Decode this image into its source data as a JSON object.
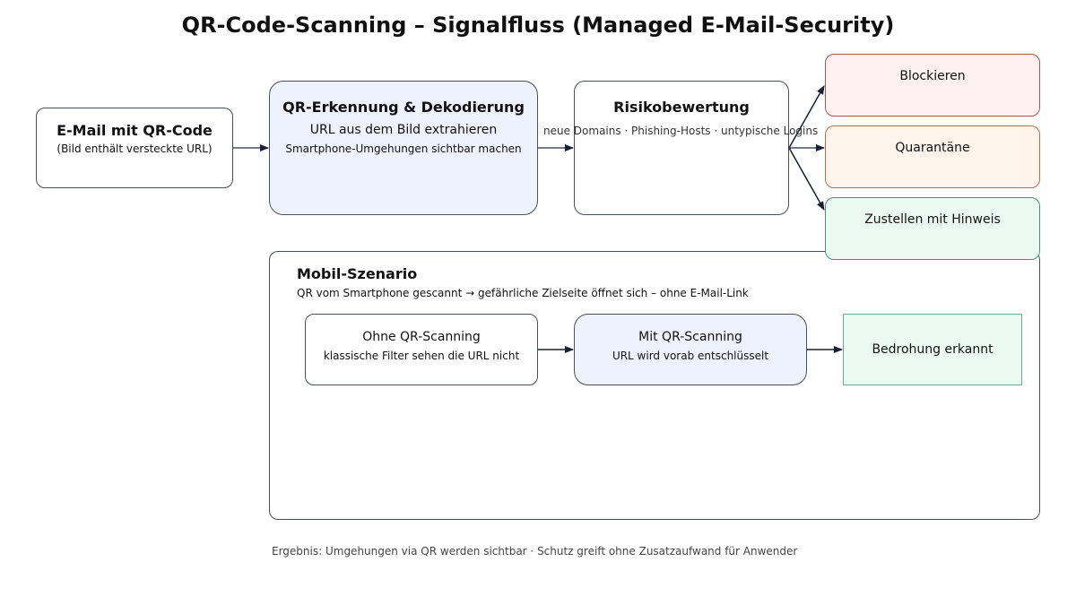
{
  "title": "QR-Code-Scanning – Signalfluss (Managed E-Mail-Security)",
  "nodes": {
    "email": {
      "title": "E-Mail mit QR-Code",
      "subtitle": "(Bild enthält versteckte URL)"
    },
    "qr_detect": {
      "title": "QR-Erkennung & Dekodierung",
      "line1": "URL aus dem Bild extrahieren",
      "line2": "Smartphone-Umgehungen sichtbar machen"
    },
    "risk": {
      "title": "Risikobewertung"
    },
    "block": {
      "label": "Blockieren"
    },
    "quarantine": {
      "label": "Quarantäne"
    },
    "deliver": {
      "label": "Zustellen mit Hinweis"
    }
  },
  "edge_label": "neue Domains · Phishing-Hosts · untypische Logins",
  "mobile": {
    "title": "Mobil-Szenario",
    "subtitle": "QR vom Smartphone gescannt → gefährliche Zielseite öffnet sich – ohne E-Mail-Link",
    "without": {
      "title": "Ohne QR-Scanning",
      "subtitle": "klassische Filter sehen die URL nicht"
    },
    "with": {
      "title": "Mit QR-Scanning",
      "subtitle": "URL wird vorab entschlüsselt"
    },
    "result": {
      "label": "Bedrohung erkannt"
    }
  },
  "footer": "Ergebnis: Umgehungen via QR werden sichtbar · Schutz greift ohne Zusatzaufwand für Anwender",
  "colors": {
    "accent_blue_fill": "#eef2fc",
    "block_fill": "#fdf1f1",
    "quarantine_fill": "#fdf5ec",
    "deliver_fill": "#ebfaf2",
    "arrow": "#1a2030"
  }
}
